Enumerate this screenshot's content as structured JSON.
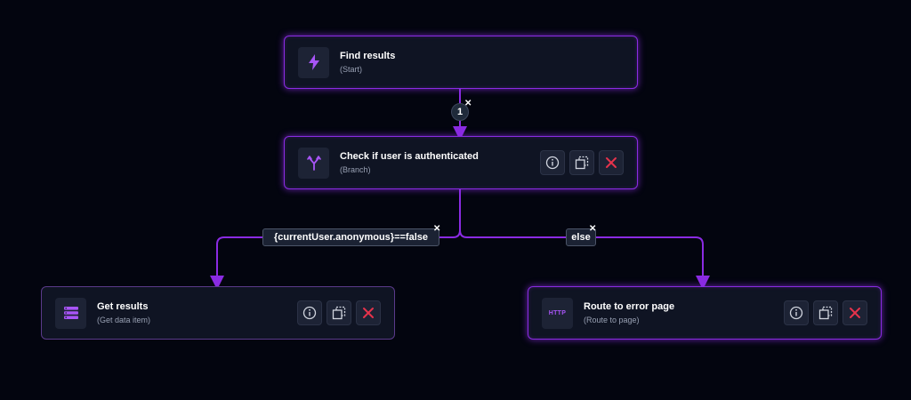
{
  "nodes": {
    "start": {
      "title": "Find results",
      "subtitle": "(Start)",
      "icon": "lightning-icon"
    },
    "branch": {
      "title": "Check if user is authenticated",
      "subtitle": "(Branch)",
      "icon": "branch-icon"
    },
    "get_results": {
      "title": "Get results",
      "subtitle": "(Get data item)",
      "icon": "database-icon"
    },
    "route_error": {
      "title": "Route to error page",
      "subtitle": "(Route to page)",
      "icon": "http-icon",
      "icon_text": "HTTP"
    }
  },
  "connector_badge": {
    "count": "1",
    "remove": "✕"
  },
  "branches": {
    "condition_true": {
      "label": "{currentUser.anonymous}==false",
      "remove": "✕"
    },
    "condition_else": {
      "label": "else",
      "remove": "✕"
    }
  },
  "actions": [
    "info-icon",
    "duplicate-icon",
    "delete-icon"
  ],
  "colors": {
    "background": "#03050f",
    "node_bg": "#0f1423",
    "accent_purple": "#8a2be2",
    "connector": "#8a2be2",
    "delete_red": "#e5334b",
    "subtitle_gray": "#98a0b3"
  }
}
